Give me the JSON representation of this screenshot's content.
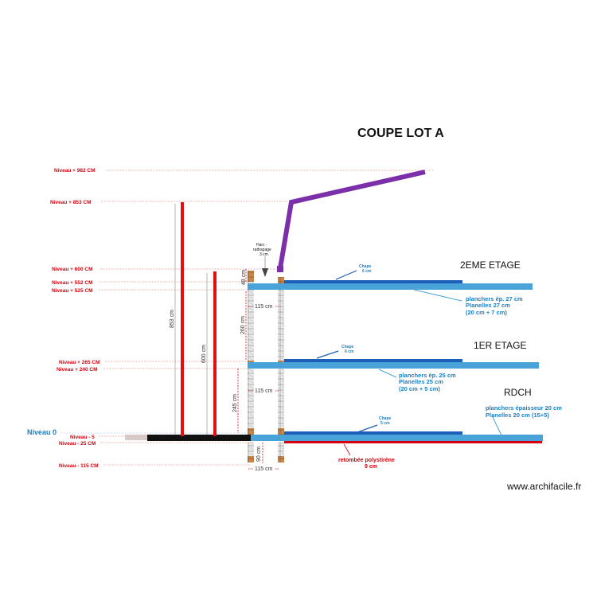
{
  "title": "COUPE LOT A",
  "levels": [
    {
      "id": "l982",
      "label": "Niveau + 982 CM"
    },
    {
      "id": "l853",
      "label": "Niveau + 853 CM"
    },
    {
      "id": "l600",
      "label": "Niveau + 600 CM"
    },
    {
      "id": "l552",
      "label": "Niveau + 552 CM"
    },
    {
      "id": "l525",
      "label": "Niveau + 525 CM"
    },
    {
      "id": "l265",
      "label": "Niveau + 265 CM"
    },
    {
      "id": "l240",
      "label": "Niveau + 240 CM"
    },
    {
      "id": "l0",
      "label": "Niveau 0"
    },
    {
      "id": "lm5",
      "label": "Niveau - 5"
    },
    {
      "id": "lm25",
      "label": "Niveau - 25 CM"
    },
    {
      "id": "lm115",
      "label": "Niveau - 115 CM"
    }
  ],
  "floors": {
    "f2": "2EME ETAGE",
    "f1": "1ER ETAGE",
    "f0": "RDCH"
  },
  "notes": {
    "chape2_line1": "Chape",
    "chape2_line2": "6 cm",
    "chape1_line1": "Chape",
    "chape1_line2": "6 cm",
    "chape0_line1": "Chape",
    "chape0_line2": "5 cm",
    "plancher2_line1": "planchers ép.  27 cm",
    "plancher2_line2": "Planelles 27 cm",
    "plancher2_line3": "(20 cm + 7 cm)",
    "plancher1_line1": "planchers ép.  25 cm",
    "plancher1_line2": "Planelles 25 cm",
    "plancher1_line3": "(20 cm + 5 cm)",
    "plancher0_line1": "planchers épaisseur 20 cm",
    "plancher0_line2": "Planelles 20 cm (15+5)",
    "harc_line1": "Harc -",
    "harc_line2": "rattrapage",
    "harc_line3": "3 cm",
    "retombee_line1": "retombée polystirène",
    "retombee_line2": "9 cm"
  },
  "dimensions": {
    "d853": "853 cm",
    "d600": "600 cm",
    "d48": "48 cm",
    "d260": "260 cm",
    "d245": "245 cm",
    "d90": "90 cm",
    "w115a": "115 cm",
    "w115b": "115 cm",
    "w115c": "115 cm"
  },
  "watermark": "www.archifacile.fr",
  "colors": {
    "level_red": "#d8000c",
    "slab_blue": "#4aa3d8",
    "chape_blue": "#1c5fb8",
    "roof_purple": "#7b2fa8",
    "pole_red": "#e01010",
    "ground_black": "#111111"
  }
}
